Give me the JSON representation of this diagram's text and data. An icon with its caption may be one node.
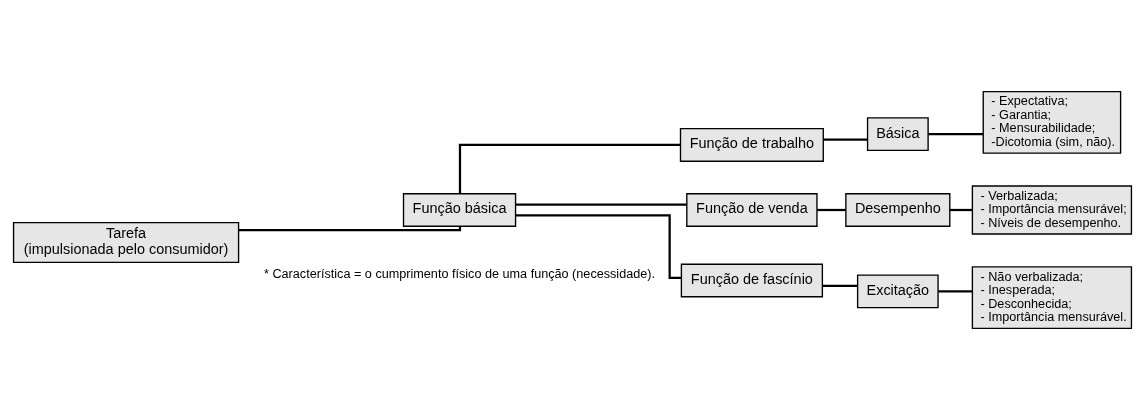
{
  "diagram": {
    "nodes": [
      {
        "text": [
          "Tarefa",
          "(impulsionada pelo consumidor)"
        ]
      },
      {
        "text": [
          "Função básica"
        ]
      },
      {
        "text": [
          "Função de trabalho"
        ]
      },
      {
        "text": [
          "Básica"
        ]
      },
      {
        "text": [
          "- Expectativa;",
          "- Garantia;",
          "- Mensurabilidade;",
          "-Dicotomia (sim, não)."
        ]
      },
      {
        "text": [
          "Função de venda"
        ]
      },
      {
        "text": [
          "Desempenho"
        ]
      },
      {
        "text": [
          "- Verbalizada;",
          "- Importância mensurável;",
          "- Níveis de desempenho."
        ]
      },
      {
        "text": [
          "Função de fascínio"
        ]
      },
      {
        "text": [
          "Excitação"
        ]
      },
      {
        "text": [
          "- Não verbalizada;",
          "- Inesperada;",
          "- Desconhecida;",
          "- Importância mensurável."
        ]
      }
    ],
    "edges": [
      {
        "from": 0,
        "to": 1,
        "arrow": "none"
      },
      {
        "from": 1,
        "to": 2,
        "arrow": "none"
      },
      {
        "from": 1,
        "to": 5,
        "arrow": "none"
      },
      {
        "from": 1,
        "to": 8,
        "arrow": "none"
      },
      {
        "from": 2,
        "to": 3,
        "arrow": "none"
      },
      {
        "from": 3,
        "to": 4,
        "arrow": "none"
      },
      {
        "from": 5,
        "to": 6,
        "arrow": "none"
      },
      {
        "from": 6,
        "to": 7,
        "arrow": "none"
      },
      {
        "from": 8,
        "to": 9,
        "arrow": "none"
      },
      {
        "from": 9,
        "to": 10,
        "arrow": "none"
      }
    ],
    "labels": [
      "* Característica = o cumprimento físico de uma função (necessidade)."
    ]
  }
}
